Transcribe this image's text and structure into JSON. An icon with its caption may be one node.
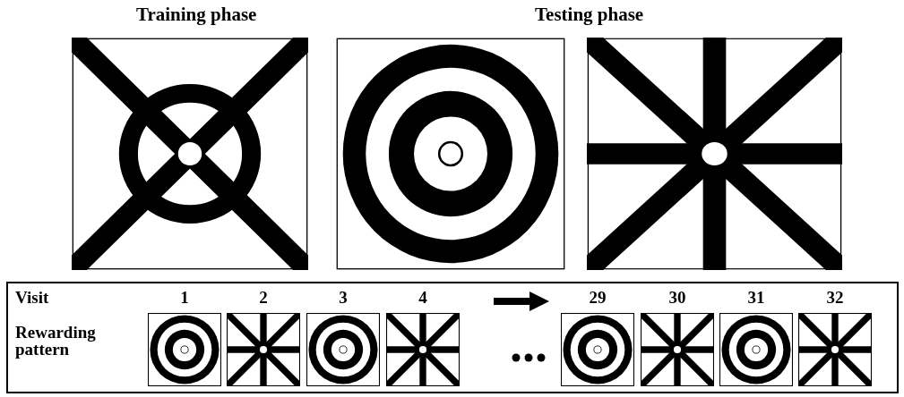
{
  "diagram": {
    "labels": [
      "Training phase",
      "Testing phase",
      "Visit",
      "1",
      "2",
      "3",
      "4",
      "29",
      "30",
      "31",
      "32",
      "Rewarding pattern"
    ]
  }
}
